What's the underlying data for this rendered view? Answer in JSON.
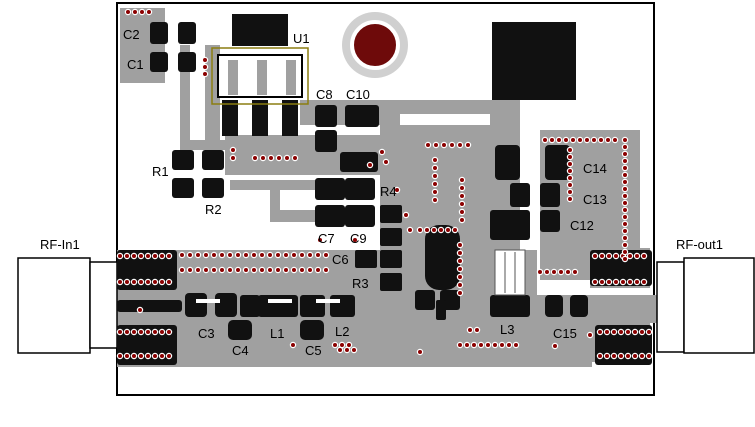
{
  "labels": {
    "u1": "U1",
    "c1": "C1",
    "c2": "C2",
    "c3": "C3",
    "c4": "C4",
    "c5": "C5",
    "c6": "C6",
    "c7": "C7",
    "c8": "C8",
    "c9": "C9",
    "c10": "C10",
    "c12": "C12",
    "c13": "C13",
    "c14": "C14",
    "c15": "C15",
    "r1": "R1",
    "r2": "R2",
    "r3": "R3",
    "r4": "R4",
    "l1": "L1",
    "l2": "L2",
    "l3": "L3",
    "rf_in": "RF-In1",
    "rf_out": "RF-out1"
  },
  "colors": {
    "board": "#ffffff",
    "copper": "#a0a0a0",
    "pad": "#111111",
    "via_ring": "#8b0000",
    "mount_hole": "#6e0a0a",
    "outline": "#000000"
  },
  "icons": {
    "mounting_hole": "mounting-hole-icon",
    "via": "via-icon"
  }
}
